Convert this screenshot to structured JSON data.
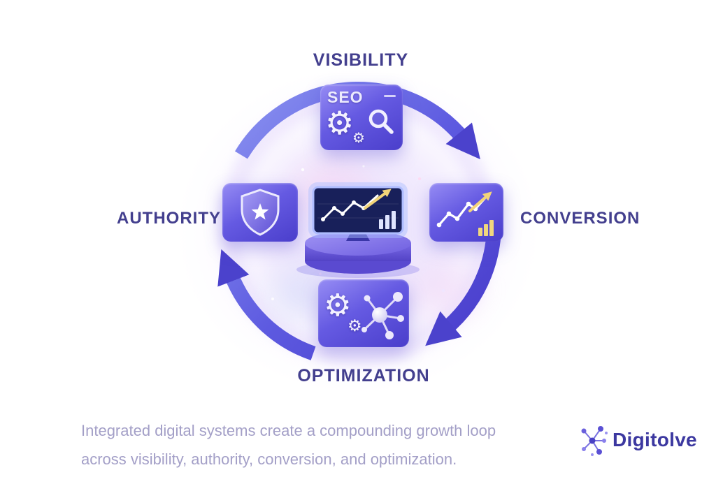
{
  "diagram": {
    "stages": [
      {
        "label": "VISIBILITY",
        "position": "top"
      },
      {
        "label": "AUTHORITY",
        "position": "left"
      },
      {
        "label": "CONVERSION",
        "position": "right"
      },
      {
        "label": "OPTIMIZATION",
        "position": "bottom"
      }
    ],
    "tiles": {
      "visibility": {
        "text": "SEO",
        "icons": [
          "gear-icon",
          "small-gear-icon",
          "magnifier-icon",
          "minimize-dash"
        ]
      },
      "authority": {
        "icons": [
          "shield-icon",
          "star-icon"
        ]
      },
      "conversion": {
        "icons": [
          "line-chart-icon",
          "growth-arrow-icon",
          "bar-chart-icon"
        ]
      },
      "optimization": {
        "icons": [
          "gear-icon",
          "small-gear-icon",
          "network-nodes-icon"
        ]
      }
    },
    "center": {
      "icons": [
        "monitor-chart-icon",
        "growth-arrow-icon",
        "pedestal"
      ]
    },
    "cycle": {
      "direction": "clockwise",
      "arrow_count": 3
    },
    "colors": {
      "arrow_light": "#8e97f2",
      "arrow_dark": "#4638c8",
      "arrow_head": "#4b42cc",
      "stage_label": "#433f8e",
      "tile_gradient_start": "#968cf4",
      "tile_gradient_end": "#4a3ecb",
      "accent_yellow": "#f2d479",
      "glow_lavender": "#d5c4fa"
    },
    "gear_glyph": "⚙"
  },
  "caption": {
    "line1": "Integrated digital systems create a compounding growth loop",
    "line2": "across visibility, authority, conversion, and optimization."
  },
  "logo": {
    "name": "Digitolve",
    "icon": "network-molecule-icon"
  }
}
